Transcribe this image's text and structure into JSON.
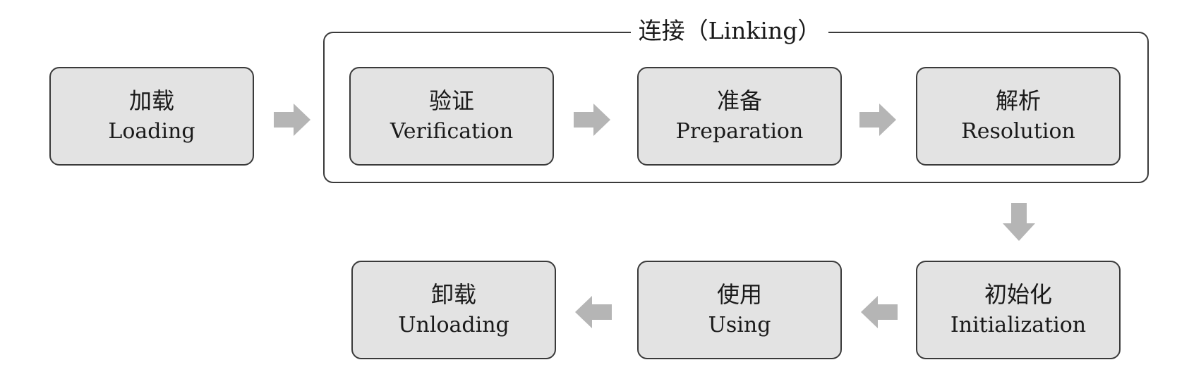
{
  "group": {
    "title": "连接（Linking）"
  },
  "stages": {
    "loading": {
      "zh": "加载",
      "en": "Loading"
    },
    "verification": {
      "zh": "验证",
      "en": "Verification"
    },
    "preparation": {
      "zh": "准备",
      "en": "Preparation"
    },
    "resolution": {
      "zh": "解析",
      "en": "Resolution"
    },
    "initialization": {
      "zh": "初始化",
      "en": "Initialization"
    },
    "using": {
      "zh": "使用",
      "en": "Using"
    },
    "unloading": {
      "zh": "卸载",
      "en": "Unloading"
    }
  },
  "colors": {
    "box_fill": "#e3e3e3",
    "box_border": "#3a3a3a",
    "arrow_fill": "#b5b5b5"
  },
  "icons": {
    "right": "arrow-right-icon",
    "down": "arrow-down-icon",
    "left": "arrow-left-icon"
  }
}
